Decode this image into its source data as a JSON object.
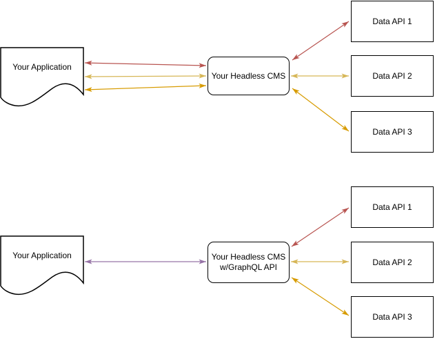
{
  "colors": {
    "red": "#B85450",
    "yellow": "#D6B656",
    "orange": "#D79B00",
    "purple": "#9673A6",
    "shape_border": "#000000",
    "shape_fill": "#ffffff",
    "text": "#000000",
    "background": "#ffffff"
  },
  "top_diagram": {
    "application": "Your Application",
    "cms": "Your Headless CMS",
    "apis": [
      "Data API 1",
      "Data API 2",
      "Data API 3"
    ]
  },
  "bottom_diagram": {
    "application": "Your Application",
    "cms_line1": "Your Headless CMS",
    "cms_line2": "w/GraphQL API",
    "apis": [
      "Data API 1",
      "Data API 2",
      "Data API 3"
    ]
  }
}
